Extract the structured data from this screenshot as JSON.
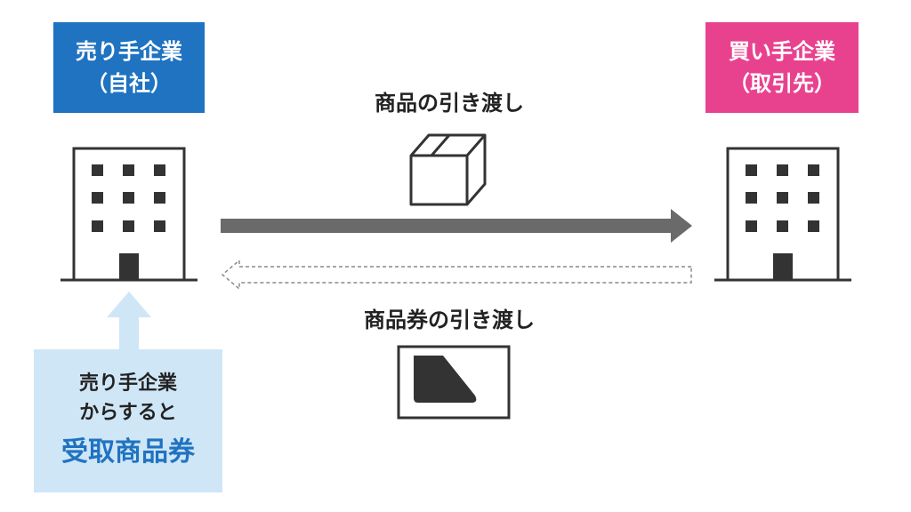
{
  "seller": {
    "title": "売り手企業",
    "subtitle": "（自社）",
    "color": "#1f73c1"
  },
  "buyer": {
    "title": "買い手企業",
    "subtitle": "（取引先）",
    "color": "#e8428f"
  },
  "flows": {
    "goods_label": "商品の引き渡し",
    "voucher_label": "商品券の引き渡し"
  },
  "note": {
    "line1": "売り手企業",
    "line2": "からすると",
    "highlight": "受取商品券",
    "background": "#cfe6f6",
    "highlight_color": "#1f73c1"
  },
  "icons": {
    "seller_building": "office-building-icon",
    "buyer_building": "office-building-icon",
    "goods": "box-icon",
    "voucher": "gift-card-icon"
  }
}
